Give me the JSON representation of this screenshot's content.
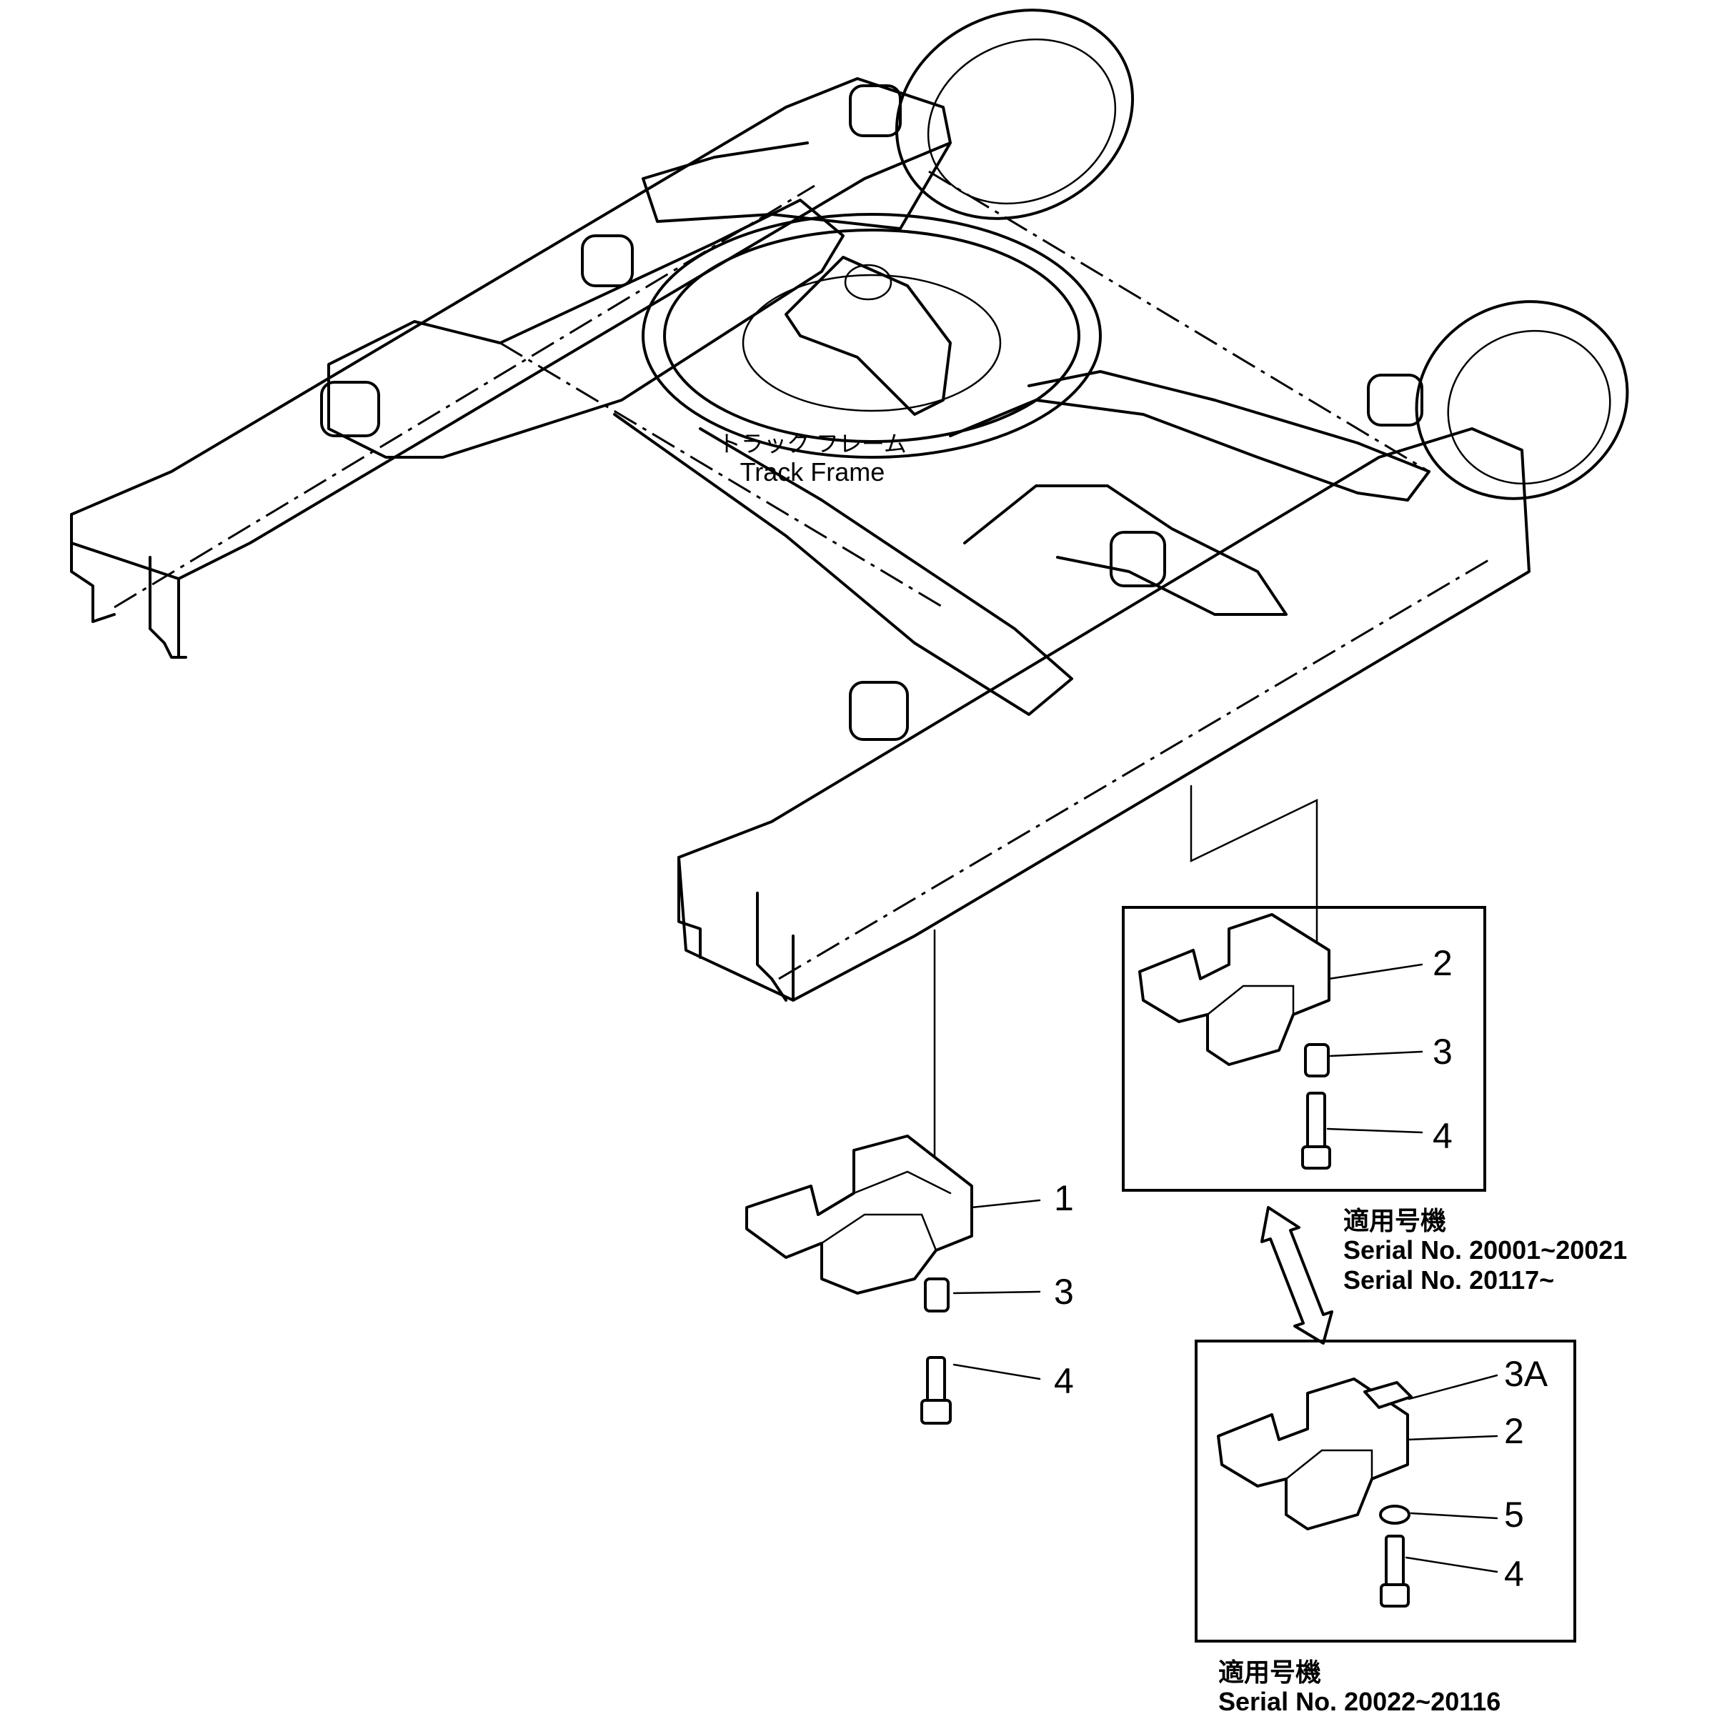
{
  "frame_label": {
    "jp": "トラック フレーム",
    "en": "Track Frame"
  },
  "main_assembly": {
    "callouts": [
      "1",
      "3",
      "4"
    ]
  },
  "upper_box": {
    "callouts": [
      "2",
      "3",
      "4"
    ],
    "applicable_jp": "適用号機",
    "serial_1": "Serial  No.  20001~20021",
    "serial_2": "Serial  No.  20117~"
  },
  "lower_box": {
    "callouts": [
      "3A",
      "2",
      "5",
      "4"
    ],
    "applicable_jp": "適用号機",
    "serial_1": "Serial  No.  20022~20116"
  },
  "colors": {
    "line": "#000000",
    "background": "#ffffff"
  }
}
